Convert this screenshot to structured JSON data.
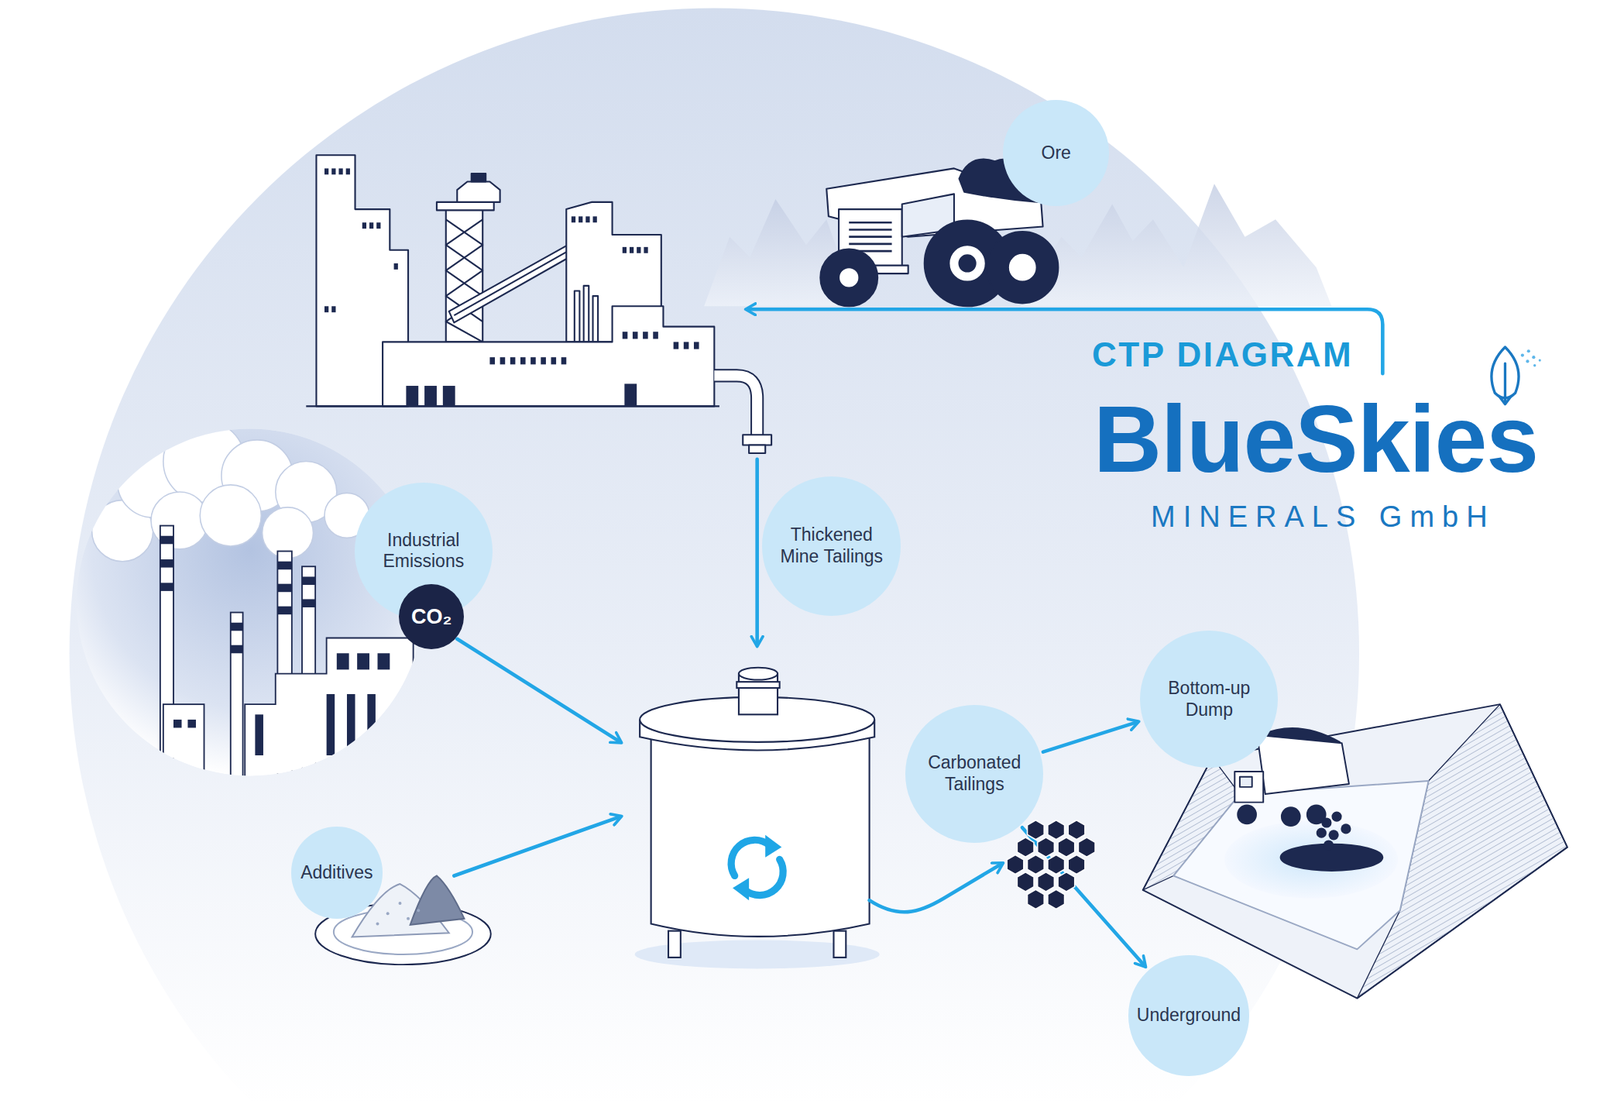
{
  "diagram": {
    "title": "CTP DIAGRAM",
    "nodes": [
      {
        "text": [
          "Ore"
        ]
      },
      {
        "text": [
          "Industrial Emissions"
        ]
      },
      {
        "text": [
          "CO₂"
        ]
      },
      {
        "text": [
          "Thickened Mine Tailings"
        ]
      },
      {
        "text": [
          "Bottom-up Dump"
        ]
      },
      {
        "text": [
          "Carbonated Tailings"
        ]
      },
      {
        "text": [
          "Additives"
        ]
      },
      {
        "text": [
          "Underground"
        ]
      }
    ],
    "edges": [
      {
        "from": 5,
        "to": 4,
        "arrow": "to"
      },
      {
        "from": 5,
        "to": 7,
        "arrow": "to"
      }
    ],
    "labels": [
      "BlueSkies",
      "MINERALS GmbH"
    ]
  }
}
